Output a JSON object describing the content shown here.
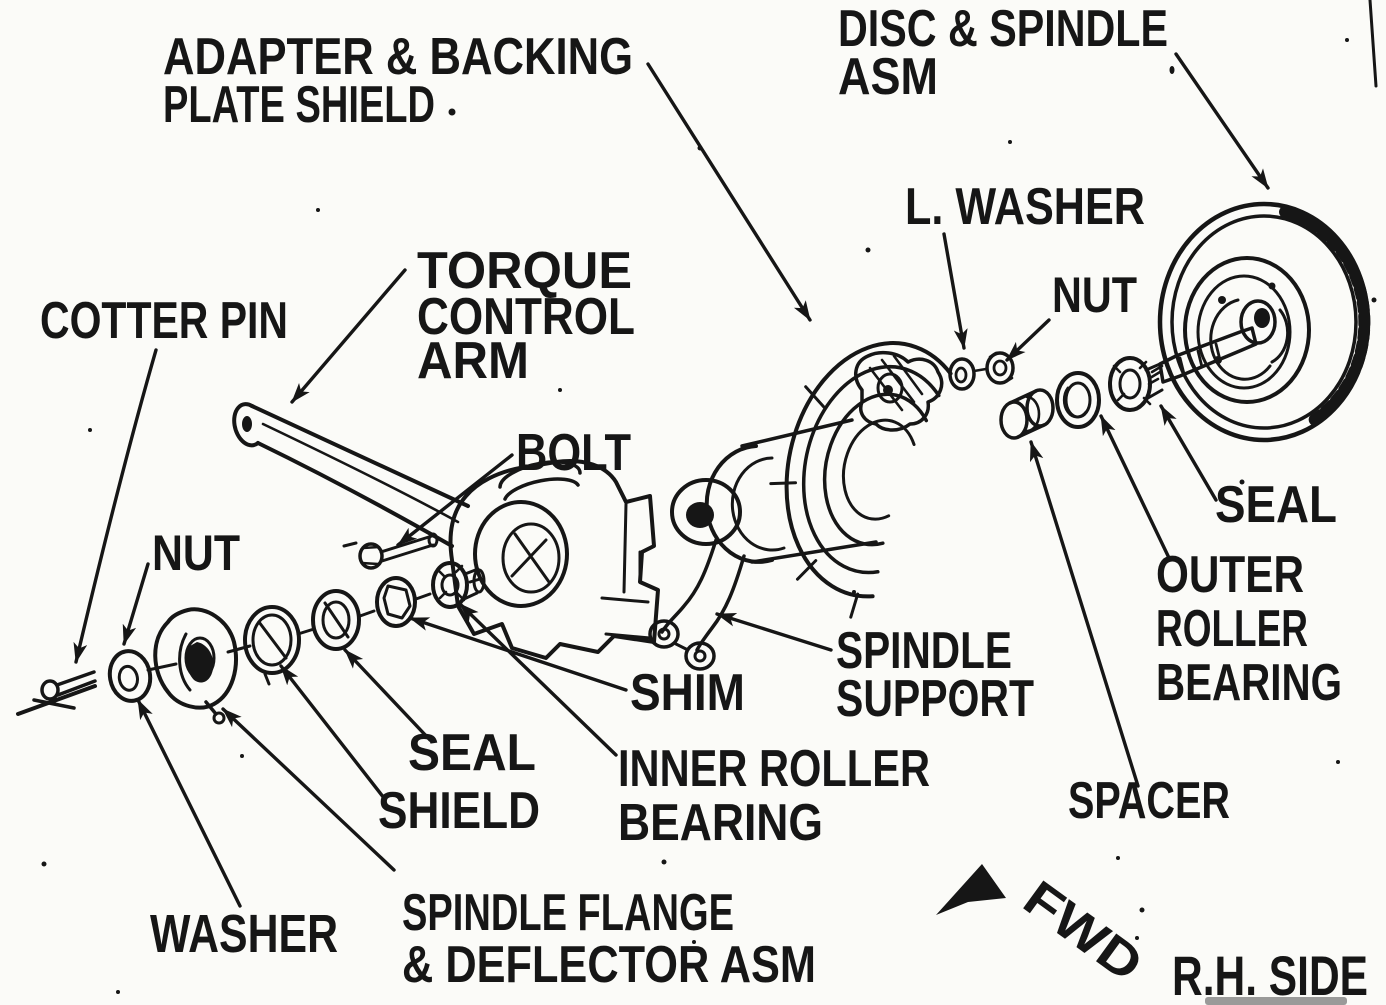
{
  "document": {
    "type": "exploded-parts-diagram",
    "subject": "wheel spindle and hub assembly",
    "side_note": "R.H. SIDE",
    "direction_note": "FWD"
  },
  "colors": {
    "ink": "#161616",
    "paper": "#fbfbf8"
  },
  "labels": {
    "adapter_backing_plate_shield": {
      "line1": "ADAPTER & BACKING",
      "line2": "PLATE SHIELD"
    },
    "disc_spindle_asm": {
      "line1": "DISC & SPINDLE",
      "line2": "ASM"
    },
    "l_washer": {
      "text": "L. WASHER"
    },
    "nut_upper": {
      "text": "NUT"
    },
    "cotter_pin": {
      "text": "COTTER PIN"
    },
    "torque_control_arm": {
      "line1": "TORQUE",
      "line2": "CONTROL",
      "line3": "ARM"
    },
    "bolt": {
      "text": "BOLT"
    },
    "nut_lower": {
      "text": "NUT"
    },
    "shim": {
      "text": "SHIM"
    },
    "seal_inner": {
      "text": "SEAL"
    },
    "shield": {
      "text": "SHIELD"
    },
    "inner_roller_bearing": {
      "line1": "INNER ROLLER",
      "line2": "BEARING"
    },
    "spindle_support": {
      "line1": "SPINDLE",
      "line2": "SUPPORT"
    },
    "seal_outer": {
      "text": "SEAL"
    },
    "outer_roller_bearing": {
      "line1": "OUTER",
      "line2": "ROLLER",
      "line3": "BEARING"
    },
    "spacer": {
      "text": "SPACER"
    },
    "washer": {
      "text": "WASHER"
    },
    "spindle_flange_deflector_asm": {
      "line1": "SPINDLE FLANGE",
      "line2": "& DEFLECTOR ASM"
    },
    "fwd": {
      "text": "FWD"
    },
    "rh_side": {
      "text": "R.H. SIDE"
    }
  }
}
